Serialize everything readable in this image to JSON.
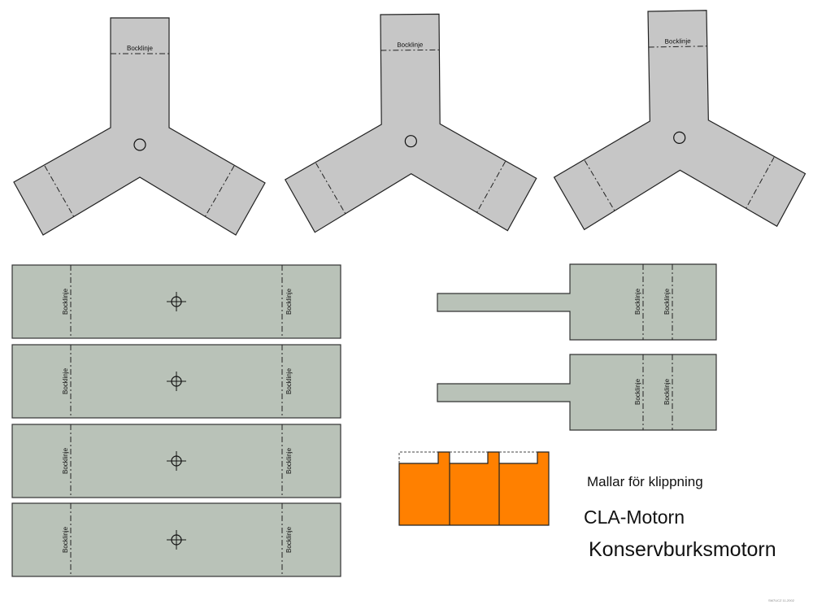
{
  "fold_label": "Bocklinje",
  "titles": {
    "subtitle": "Mallar för klippning",
    "title1": "CLA-Motorn",
    "title2": "Konservburksmotorn"
  },
  "footer_code": "SM7UCZ 11-2002",
  "colors": {
    "y_piece": "#c6c6c6",
    "strip": "#b9c2b8",
    "can": "#ff8000"
  }
}
